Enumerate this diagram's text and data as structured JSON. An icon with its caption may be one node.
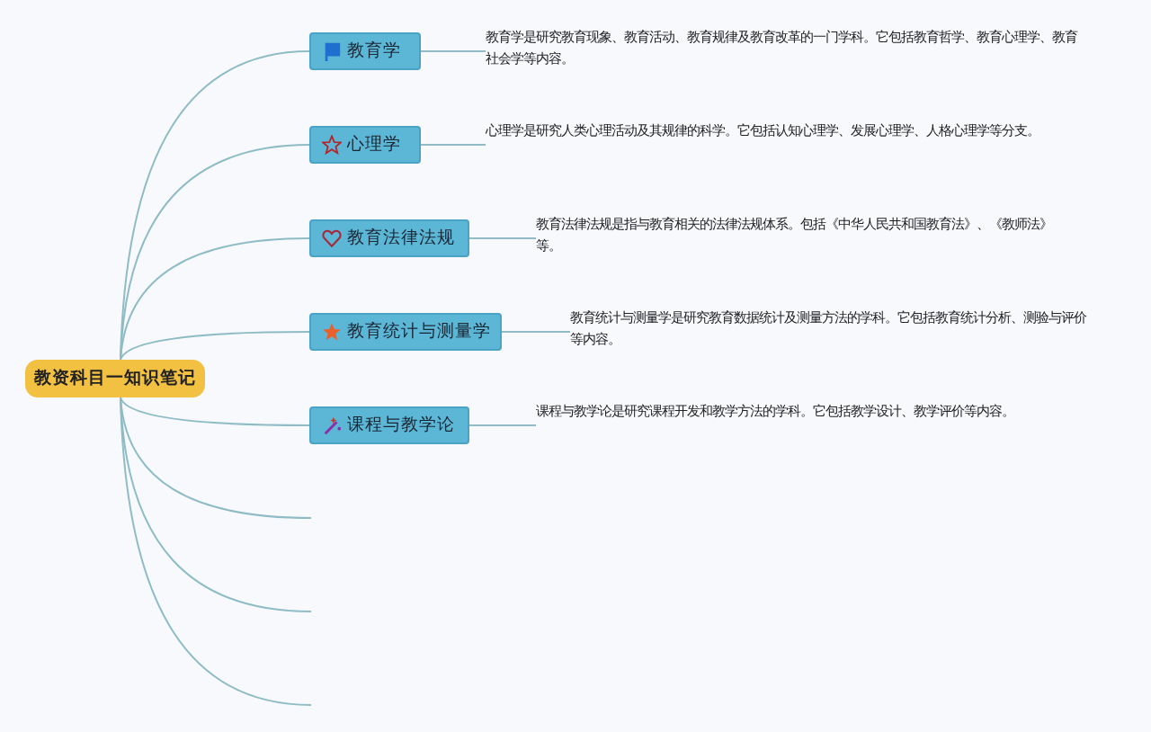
{
  "diagram": {
    "nodes": [
      {
        "text": [
          "教资科目一知识笔记"
        ]
      },
      {
        "text": [
          "教育学"
        ]
      },
      {
        "text": [
          "心理学"
        ]
      },
      {
        "text": [
          "教育法律法规"
        ]
      },
      {
        "text": [
          "教育统计与测量学"
        ]
      },
      {
        "text": [
          "课程与教学论"
        ]
      },
      {
        "text": [
          "教育学是研究教育现象、教育活动、教育规律及教育改革的一门学科。它包括教育哲学、教育心理学、教育社会学等内容。"
        ]
      },
      {
        "text": [
          "心理学是研究人类心理活动及其规律的科学。它包括认知心理学、发展心理学、人格心理学等分支。"
        ]
      },
      {
        "text": [
          "教育法律法规是指与教育相关的法律法规体系。包括《中华人民共和国教育法》、《教师法》等。"
        ]
      },
      {
        "text": [
          "教育统计与测量学是研究教育数据统计及测量方法的学科。它包括教育统计分析、测验与评价等内容。"
        ]
      },
      {
        "text": [
          "课程与教学论是研究课程开发和教学方法的学科。它包括教学设计、教学评价等内容。"
        ]
      }
    ],
    "edges": [
      {
        "from": 0,
        "to": 1,
        "arrow": "none"
      },
      {
        "from": 0,
        "to": 2,
        "arrow": "none"
      },
      {
        "from": 0,
        "to": 3,
        "arrow": "none"
      },
      {
        "from": 0,
        "to": 4,
        "arrow": "none"
      },
      {
        "from": 0,
        "to": 5,
        "arrow": "none"
      },
      {
        "from": 0,
        "to": null,
        "arrow": "none"
      },
      {
        "from": 0,
        "to": null,
        "arrow": "none"
      },
      {
        "from": 0,
        "to": null,
        "arrow": "none"
      },
      {
        "from": 1,
        "to": 6,
        "arrow": "none"
      },
      {
        "from": 2,
        "to": 7,
        "arrow": "none"
      },
      {
        "from": 3,
        "to": 8,
        "arrow": "none"
      },
      {
        "from": 4,
        "to": 9,
        "arrow": "none"
      },
      {
        "from": 5,
        "to": 10,
        "arrow": "none"
      }
    ]
  }
}
